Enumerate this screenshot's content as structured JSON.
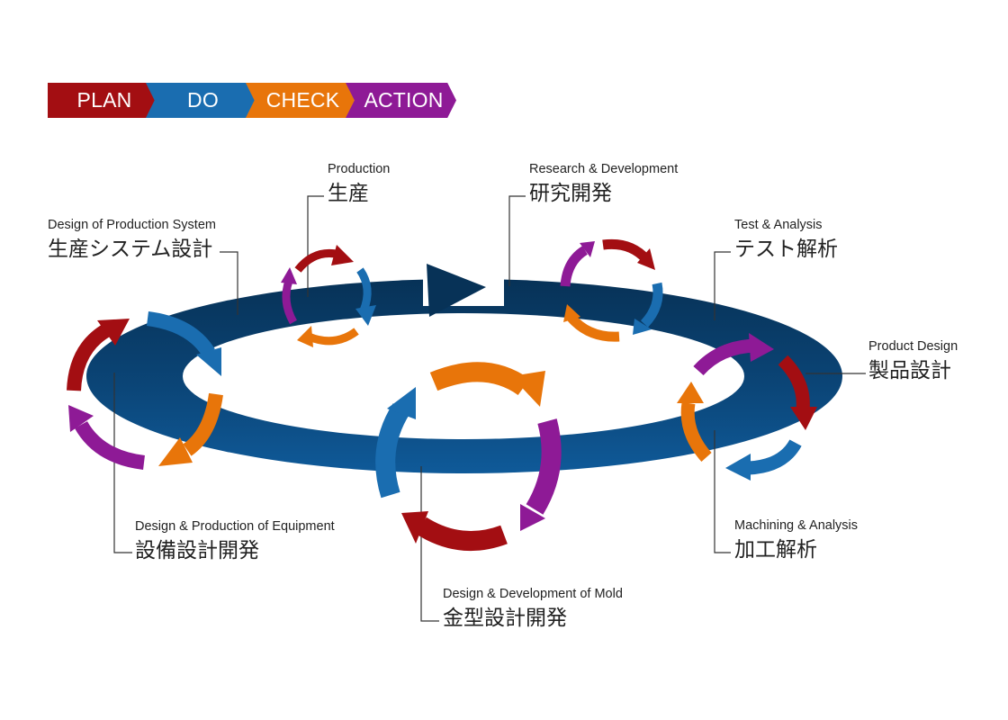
{
  "pdca": {
    "plan": "PLAN",
    "do": "DO",
    "check": "CHECK",
    "action": "ACTION"
  },
  "colors": {
    "plan": "#a30e12",
    "do": "#1a6db0",
    "check": "#e8750a",
    "action": "#8e1a96",
    "ring_dark": "#0a3a63",
    "ring_mid": "#0d4f88"
  },
  "stages": {
    "production": {
      "en": "Production",
      "ja": "生産"
    },
    "research": {
      "en": "Research & Development",
      "ja": "研究開発"
    },
    "test": {
      "en": "Test & Analysis",
      "ja": "テスト解析"
    },
    "product_design": {
      "en": "Product Design",
      "ja": "製品設計"
    },
    "machining": {
      "en": "Machining & Analysis",
      "ja": "加工解析"
    },
    "mold": {
      "en": "Design & Development of Mold",
      "ja": "金型設計開発"
    },
    "equipment": {
      "en": "Design & Production of Equipment",
      "ja": "設備設計開発"
    },
    "production_system": {
      "en": "Design of Production System",
      "ja": "生産システム設計"
    }
  }
}
